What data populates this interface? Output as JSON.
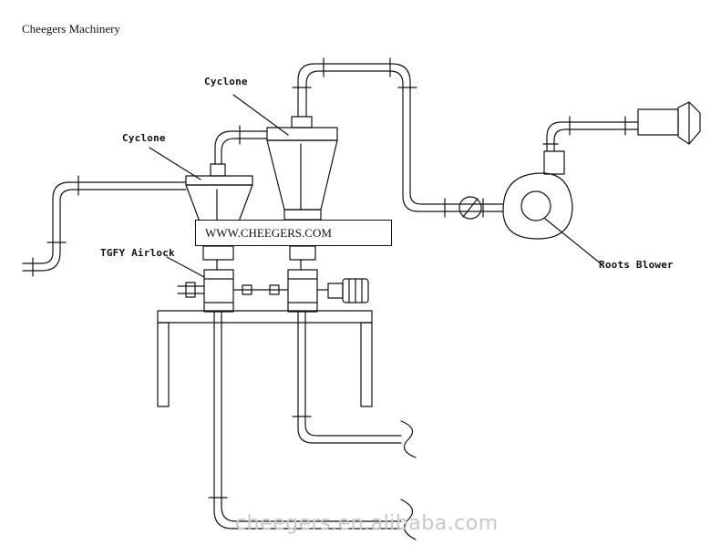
{
  "header": {
    "company_name": "Cheegers Machinery"
  },
  "labels": {
    "cyclone_left": "Cyclone",
    "cyclone_right": "Cyclone",
    "airlock": "TGFY Airlock",
    "blower": "Roots Blower"
  },
  "url_box": {
    "text": "WWW.CHEEGERS.COM"
  },
  "watermark": {
    "text": "cheegers.en.alibaba.com"
  },
  "colors": {
    "line": "#111111",
    "watermark": "#c8c8c8",
    "background": "#ffffff"
  }
}
